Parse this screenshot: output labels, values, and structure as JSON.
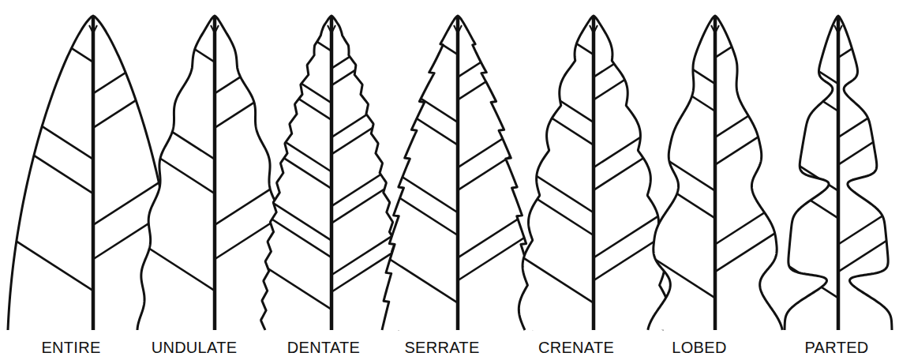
{
  "diagram": {
    "labels": [
      "ENTIRE",
      "UNDULATE",
      "DENTATE",
      "SERRATE",
      "CRENATE",
      "LOBED",
      "PARTED"
    ]
  }
}
